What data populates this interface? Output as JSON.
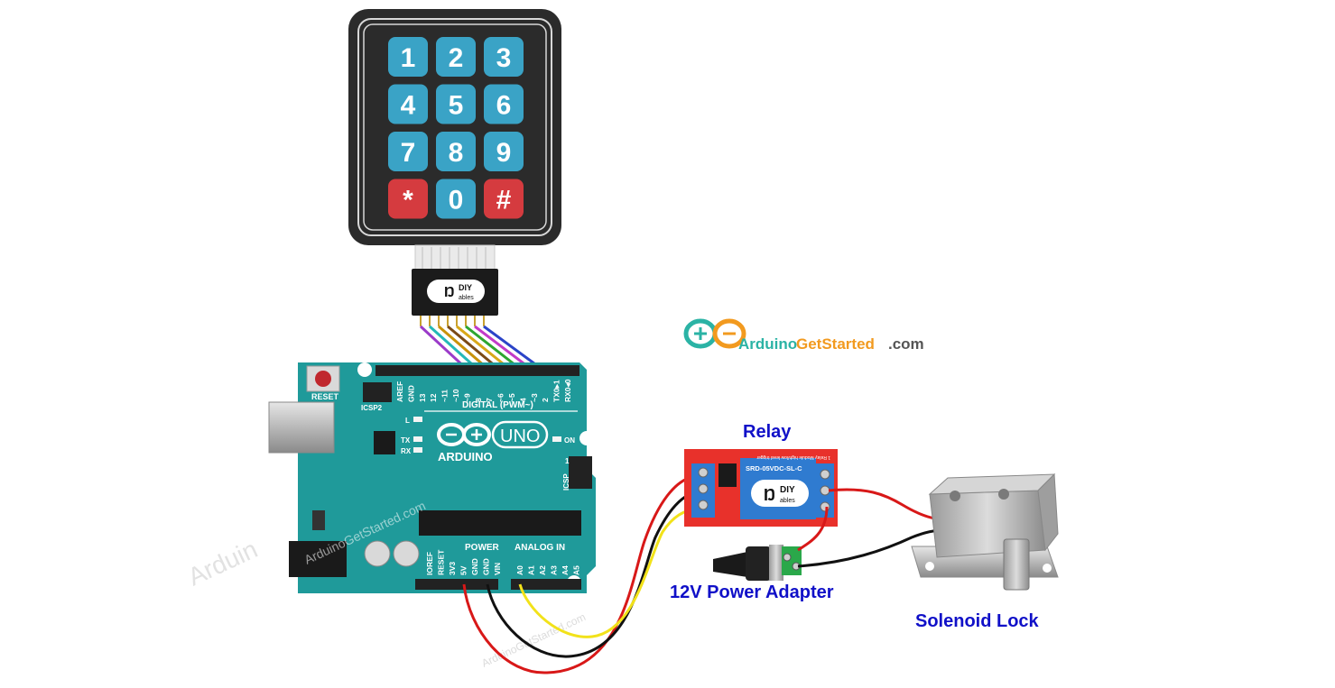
{
  "keypad": {
    "keys": [
      "1",
      "2",
      "3",
      "4",
      "5",
      "6",
      "7",
      "8",
      "9",
      "*",
      "0",
      "#"
    ],
    "brand": "DIY",
    "brand_sub": "ables"
  },
  "brand": {
    "site_prefix": "Arduino",
    "site_middle": "GetStarted",
    "site_suffix": ".com",
    "watermark": "ArduinoGetStarted.com",
    "watermark_partial": "Arduin"
  },
  "arduino": {
    "model": "UNO",
    "name": "ARDUINO",
    "reset_label": "RESET",
    "icsp2_label": "ICSP2",
    "icsp_label": "ICSP",
    "icsp_pin": "1",
    "digital_label": "DIGITAL (PWM~)",
    "power_label": "POWER",
    "analog_label": "ANALOG IN",
    "led_l": "L",
    "led_tx": "TX",
    "led_rx": "RX",
    "led_on": "ON",
    "digital_pins": [
      "AREF",
      "GND",
      "13",
      "12",
      "~11",
      "~10",
      "~9",
      "8",
      "7",
      "~6",
      "~5",
      "4",
      "~3",
      "2",
      "TX0▸1",
      "RX0◂0"
    ],
    "power_pins": [
      "IOREF",
      "RESET",
      "3V3",
      "5V",
      "GND",
      "GND",
      "VIN"
    ],
    "analog_pins": [
      "A0",
      "A1",
      "A2",
      "A3",
      "A4",
      "A5"
    ]
  },
  "relay": {
    "title": "Relay",
    "chip_text": "SRD-05VDC-SL-C",
    "module_text": "1 Relay Module  high/low level trigger",
    "brand": "DIY",
    "brand_sub": "ables"
  },
  "labels": {
    "power_adapter": "12V Power Adapter",
    "solenoid": "Solenoid Lock"
  },
  "colors": {
    "label_blue": "#1010c8",
    "arduino_teal": "#1f9a9a",
    "key_blue": "#3aa3c6",
    "key_red": "#d53b3f",
    "relay_red": "#e8312b",
    "wire_red": "#d81818",
    "wire_yellow": "#f2e21a",
    "wire_black": "#111111"
  }
}
